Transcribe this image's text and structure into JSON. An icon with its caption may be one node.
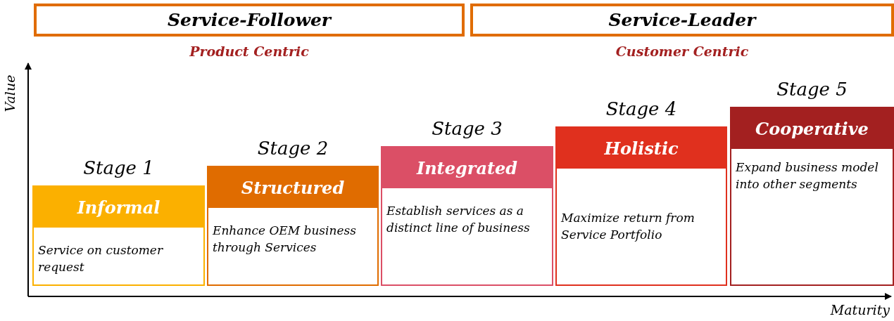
{
  "diagram": {
    "nodes": [
      {
        "text": [
          "Service-Follower"
        ],
        "beside": [
          "Product Centric"
        ]
      },
      {
        "text": [
          "Service-Leader"
        ],
        "beside": [
          "Customer Centric"
        ]
      },
      {
        "text": [
          "Informal",
          "Service on customer request"
        ],
        "beside": [
          "Stage 1"
        ]
      },
      {
        "text": [
          "Structured",
          "Enhance OEM business through Services"
        ],
        "beside": [
          "Stage 2"
        ]
      },
      {
        "text": [
          "Integrated",
          "Establish services as a distinct line of business"
        ],
        "beside": [
          "Stage 3"
        ]
      },
      {
        "text": [
          "Holistic",
          "Maximize return from Service Portfolio"
        ],
        "beside": [
          "Stage 4"
        ]
      },
      {
        "text": [
          "Cooperative",
          "Expand business model into other segments"
        ],
        "beside": [
          "Stage 5"
        ]
      }
    ],
    "labels": [
      "Value",
      "Maturity"
    ]
  }
}
